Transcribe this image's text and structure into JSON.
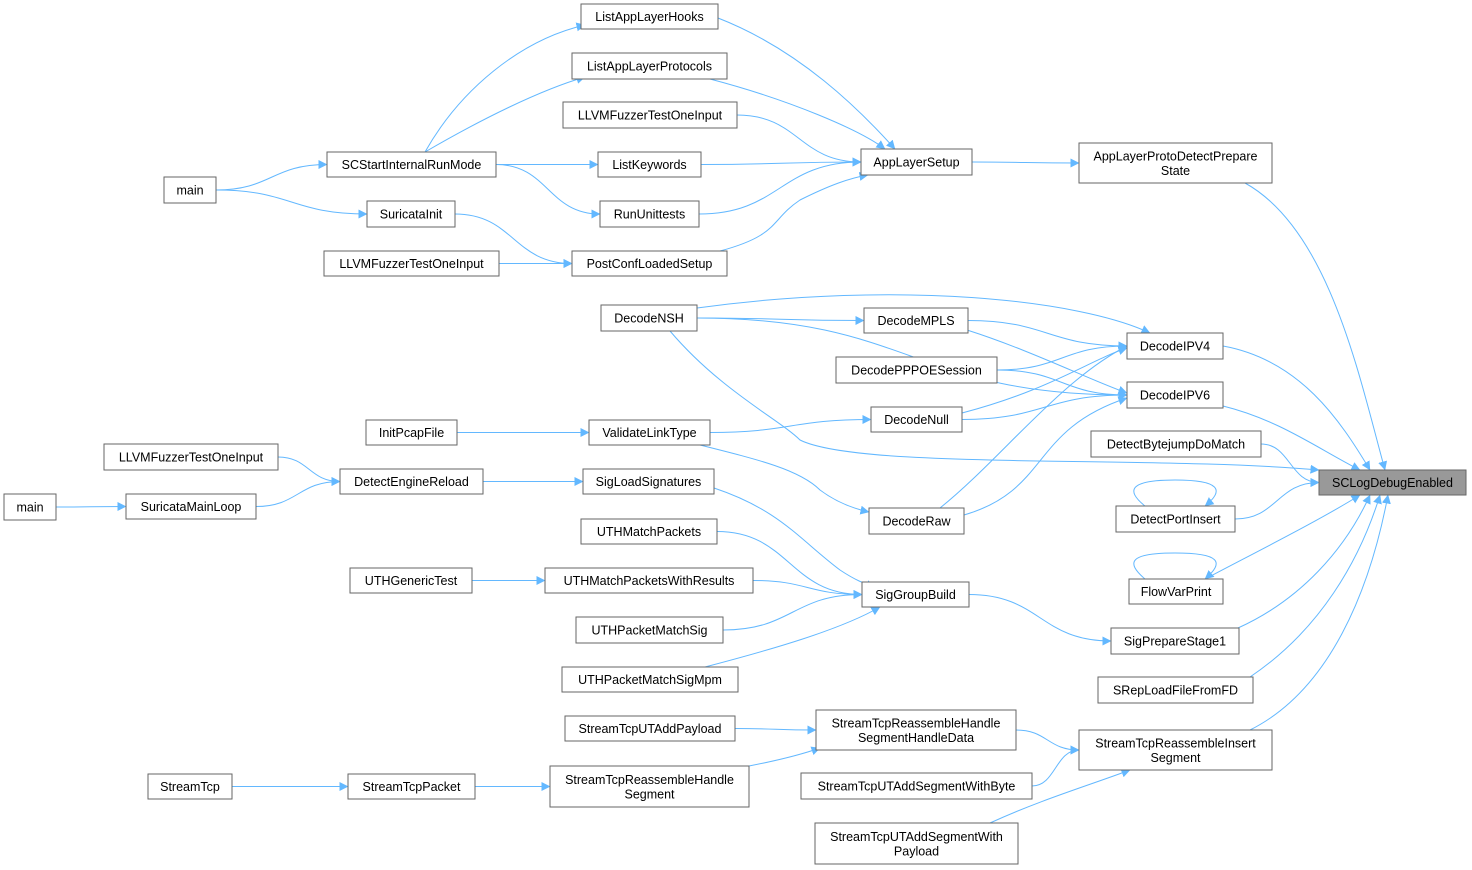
{
  "graph": {
    "edge_color": "#63b8ff",
    "node_border_color": "#666666",
    "focus_fill_color": "#999999",
    "focus_node": "sclogdebugenabled",
    "nodes": [
      {
        "id": "sclogdebugenabled",
        "lines": [
          "SCLogDebugEnabled"
        ],
        "focus": true
      },
      {
        "id": "applayerprotodetectpreparestate",
        "lines": [
          "AppLayerProtoDetectPrepare",
          "State"
        ]
      },
      {
        "id": "applayersetup",
        "lines": [
          "AppLayerSetup"
        ]
      },
      {
        "id": "listapplayerhooks",
        "lines": [
          "ListAppLayerHooks"
        ]
      },
      {
        "id": "listapplayerprotocols",
        "lines": [
          "ListAppLayerProtocols"
        ]
      },
      {
        "id": "llvmfuzzer-1",
        "lines": [
          "LLVMFuzzerTestOneInput"
        ]
      },
      {
        "id": "listkeywords",
        "lines": [
          "ListKeywords"
        ]
      },
      {
        "id": "rununittests",
        "lines": [
          "RunUnittests"
        ]
      },
      {
        "id": "postconfloadedsetup",
        "lines": [
          "PostConfLoadedSetup"
        ]
      },
      {
        "id": "scstartinternalrunmode",
        "lines": [
          "SCStartInternalRunMode"
        ]
      },
      {
        "id": "main-1",
        "lines": [
          "main"
        ]
      },
      {
        "id": "suricatainit",
        "lines": [
          "SuricataInit"
        ]
      },
      {
        "id": "llvmfuzzer-2",
        "lines": [
          "LLVMFuzzerTestOneInput"
        ]
      },
      {
        "id": "decodensh",
        "lines": [
          "DecodeNSH"
        ]
      },
      {
        "id": "decodempls",
        "lines": [
          "DecodeMPLS"
        ]
      },
      {
        "id": "decodeipv4",
        "lines": [
          "DecodeIPV4"
        ]
      },
      {
        "id": "decodepppoesession",
        "lines": [
          "DecodePPPOESession"
        ]
      },
      {
        "id": "decodeipv6",
        "lines": [
          "DecodeIPV6"
        ]
      },
      {
        "id": "decodenull",
        "lines": [
          "DecodeNull"
        ]
      },
      {
        "id": "initpcapfile",
        "lines": [
          "InitPcapFile"
        ]
      },
      {
        "id": "validatelinktype",
        "lines": [
          "ValidateLinkType"
        ]
      },
      {
        "id": "detectbytejumpdomatch",
        "lines": [
          "DetectBytejumpDoMatch"
        ]
      },
      {
        "id": "llvmfuzzer-3",
        "lines": [
          "LLVMFuzzerTestOneInput"
        ]
      },
      {
        "id": "detectenginereload",
        "lines": [
          "DetectEngineReload"
        ]
      },
      {
        "id": "sigloadsignatures",
        "lines": [
          "SigLoadSignatures"
        ]
      },
      {
        "id": "main-2",
        "lines": [
          "main"
        ]
      },
      {
        "id": "suricatamainloop",
        "lines": [
          "SuricataMainLoop"
        ]
      },
      {
        "id": "decoderaw",
        "lines": [
          "DecodeRaw"
        ]
      },
      {
        "id": "detectportinsert",
        "lines": [
          "DetectPortInsert"
        ]
      },
      {
        "id": "uthmatchpackets",
        "lines": [
          "UTHMatchPackets"
        ]
      },
      {
        "id": "uthgenerictest",
        "lines": [
          "UTHGenericTest"
        ]
      },
      {
        "id": "uthmatchpacketswithresults",
        "lines": [
          "UTHMatchPacketsWithResults"
        ]
      },
      {
        "id": "flowvarprint",
        "lines": [
          "FlowVarPrint"
        ]
      },
      {
        "id": "siggroupbuild",
        "lines": [
          "SigGroupBuild"
        ]
      },
      {
        "id": "uthpacketmatchsig",
        "lines": [
          "UTHPacketMatchSig"
        ]
      },
      {
        "id": "sigpreparestage1",
        "lines": [
          "SigPrepareStage1"
        ]
      },
      {
        "id": "uthpacketmatchsigmpm",
        "lines": [
          "UTHPacketMatchSigMpm"
        ]
      },
      {
        "id": "sreploadfilefromfd",
        "lines": [
          "SRepLoadFileFromFD"
        ]
      },
      {
        "id": "streamtcputaddpayload",
        "lines": [
          "StreamTcpUTAddPayload"
        ]
      },
      {
        "id": "streamtcpreassemblehandlesegmenthandledata",
        "lines": [
          "StreamTcpReassembleHandle",
          "SegmentHandleData"
        ]
      },
      {
        "id": "streamtcpreassembleinsertsegment",
        "lines": [
          "StreamTcpReassembleInsert",
          "Segment"
        ]
      },
      {
        "id": "streamtcp",
        "lines": [
          "StreamTcp"
        ]
      },
      {
        "id": "streamtcppacket",
        "lines": [
          "StreamTcpPacket"
        ]
      },
      {
        "id": "streamtcpreassemblehandlesegment",
        "lines": [
          "StreamTcpReassembleHandle",
          "Segment"
        ]
      },
      {
        "id": "streamtcputaddsegmentwithbyte",
        "lines": [
          "StreamTcpUTAddSegmentWithByte"
        ]
      },
      {
        "id": "streamtcputaddsegmentwithpayload",
        "lines": [
          "StreamTcpUTAddSegmentWith",
          "Payload"
        ]
      }
    ],
    "edges": [
      [
        "applayerprotodetectpreparestate",
        "sclogdebugenabled"
      ],
      [
        "decodeipv4",
        "sclogdebugenabled"
      ],
      [
        "decodeipv6",
        "sclogdebugenabled"
      ],
      [
        "detectbytejumpdomatch",
        "sclogdebugenabled"
      ],
      [
        "detectportinsert",
        "sclogdebugenabled"
      ],
      [
        "flowvarprint",
        "sclogdebugenabled"
      ],
      [
        "sigpreparestage1",
        "sclogdebugenabled"
      ],
      [
        "sreploadfilefromfd",
        "sclogdebugenabled"
      ],
      [
        "streamtcpreassembleinsertsegment",
        "sclogdebugenabled"
      ],
      [
        "decodensh",
        "sclogdebugenabled"
      ],
      [
        "applayersetup",
        "applayerprotodetectpreparestate"
      ],
      [
        "listapplayerhooks",
        "applayersetup"
      ],
      [
        "listapplayerprotocols",
        "applayersetup"
      ],
      [
        "llvmfuzzer-1",
        "applayersetup"
      ],
      [
        "listkeywords",
        "applayersetup"
      ],
      [
        "rununittests",
        "applayersetup"
      ],
      [
        "postconfloadedsetup",
        "applayersetup"
      ],
      [
        "scstartinternalrunmode",
        "listapplayerhooks"
      ],
      [
        "scstartinternalrunmode",
        "listapplayerprotocols"
      ],
      [
        "scstartinternalrunmode",
        "listkeywords"
      ],
      [
        "scstartinternalrunmode",
        "rununittests"
      ],
      [
        "main-1",
        "scstartinternalrunmode"
      ],
      [
        "main-1",
        "suricatainit"
      ],
      [
        "suricatainit",
        "postconfloadedsetup"
      ],
      [
        "llvmfuzzer-2",
        "postconfloadedsetup"
      ],
      [
        "decodensh",
        "decodempls"
      ],
      [
        "decodensh",
        "decodeipv4"
      ],
      [
        "decodensh",
        "decodeipv6"
      ],
      [
        "decodempls",
        "decodeipv4"
      ],
      [
        "decodempls",
        "decodeipv6"
      ],
      [
        "decodepppoesession",
        "decodeipv4"
      ],
      [
        "decodepppoesession",
        "decodeipv6"
      ],
      [
        "decodenull",
        "decodeipv4"
      ],
      [
        "decodenull",
        "decodeipv6"
      ],
      [
        "decoderaw",
        "decodeipv4"
      ],
      [
        "decoderaw",
        "decodeipv6"
      ],
      [
        "initpcapfile",
        "validatelinktype"
      ],
      [
        "validatelinktype",
        "decodenull"
      ],
      [
        "validatelinktype",
        "decoderaw"
      ],
      [
        "llvmfuzzer-3",
        "detectenginereload"
      ],
      [
        "suricatamainloop",
        "detectenginereload"
      ],
      [
        "main-2",
        "suricatamainloop"
      ],
      [
        "detectenginereload",
        "sigloadsignatures"
      ],
      [
        "sigloadsignatures",
        "siggroupbuild"
      ],
      [
        "uthmatchpackets",
        "siggroupbuild"
      ],
      [
        "uthmatchpacketswithresults",
        "siggroupbuild"
      ],
      [
        "uthgenerictest",
        "uthmatchpacketswithresults"
      ],
      [
        "uthpacketmatchsig",
        "siggroupbuild"
      ],
      [
        "uthpacketmatchsigmpm",
        "siggroupbuild"
      ],
      [
        "siggroupbuild",
        "sigpreparestage1"
      ],
      [
        "detectportinsert",
        "detectportinsert"
      ],
      [
        "flowvarprint",
        "flowvarprint"
      ],
      [
        "streamtcputaddpayload",
        "streamtcpreassemblehandlesegmenthandledata"
      ],
      [
        "streamtcpreassemblehandlesegment",
        "streamtcpreassemblehandlesegmenthandledata"
      ],
      [
        "streamtcpreassemblehandlesegmenthandledata",
        "streamtcpreassembleinsertsegment"
      ],
      [
        "streamtcputaddsegmentwithbyte",
        "streamtcpreassembleinsertsegment"
      ],
      [
        "streamtcputaddsegmentwithpayload",
        "streamtcpreassembleinsertsegment"
      ],
      [
        "streamtcp",
        "streamtcppacket"
      ],
      [
        "streamtcppacket",
        "streamtcpreassemblehandlesegment"
      ]
    ]
  }
}
